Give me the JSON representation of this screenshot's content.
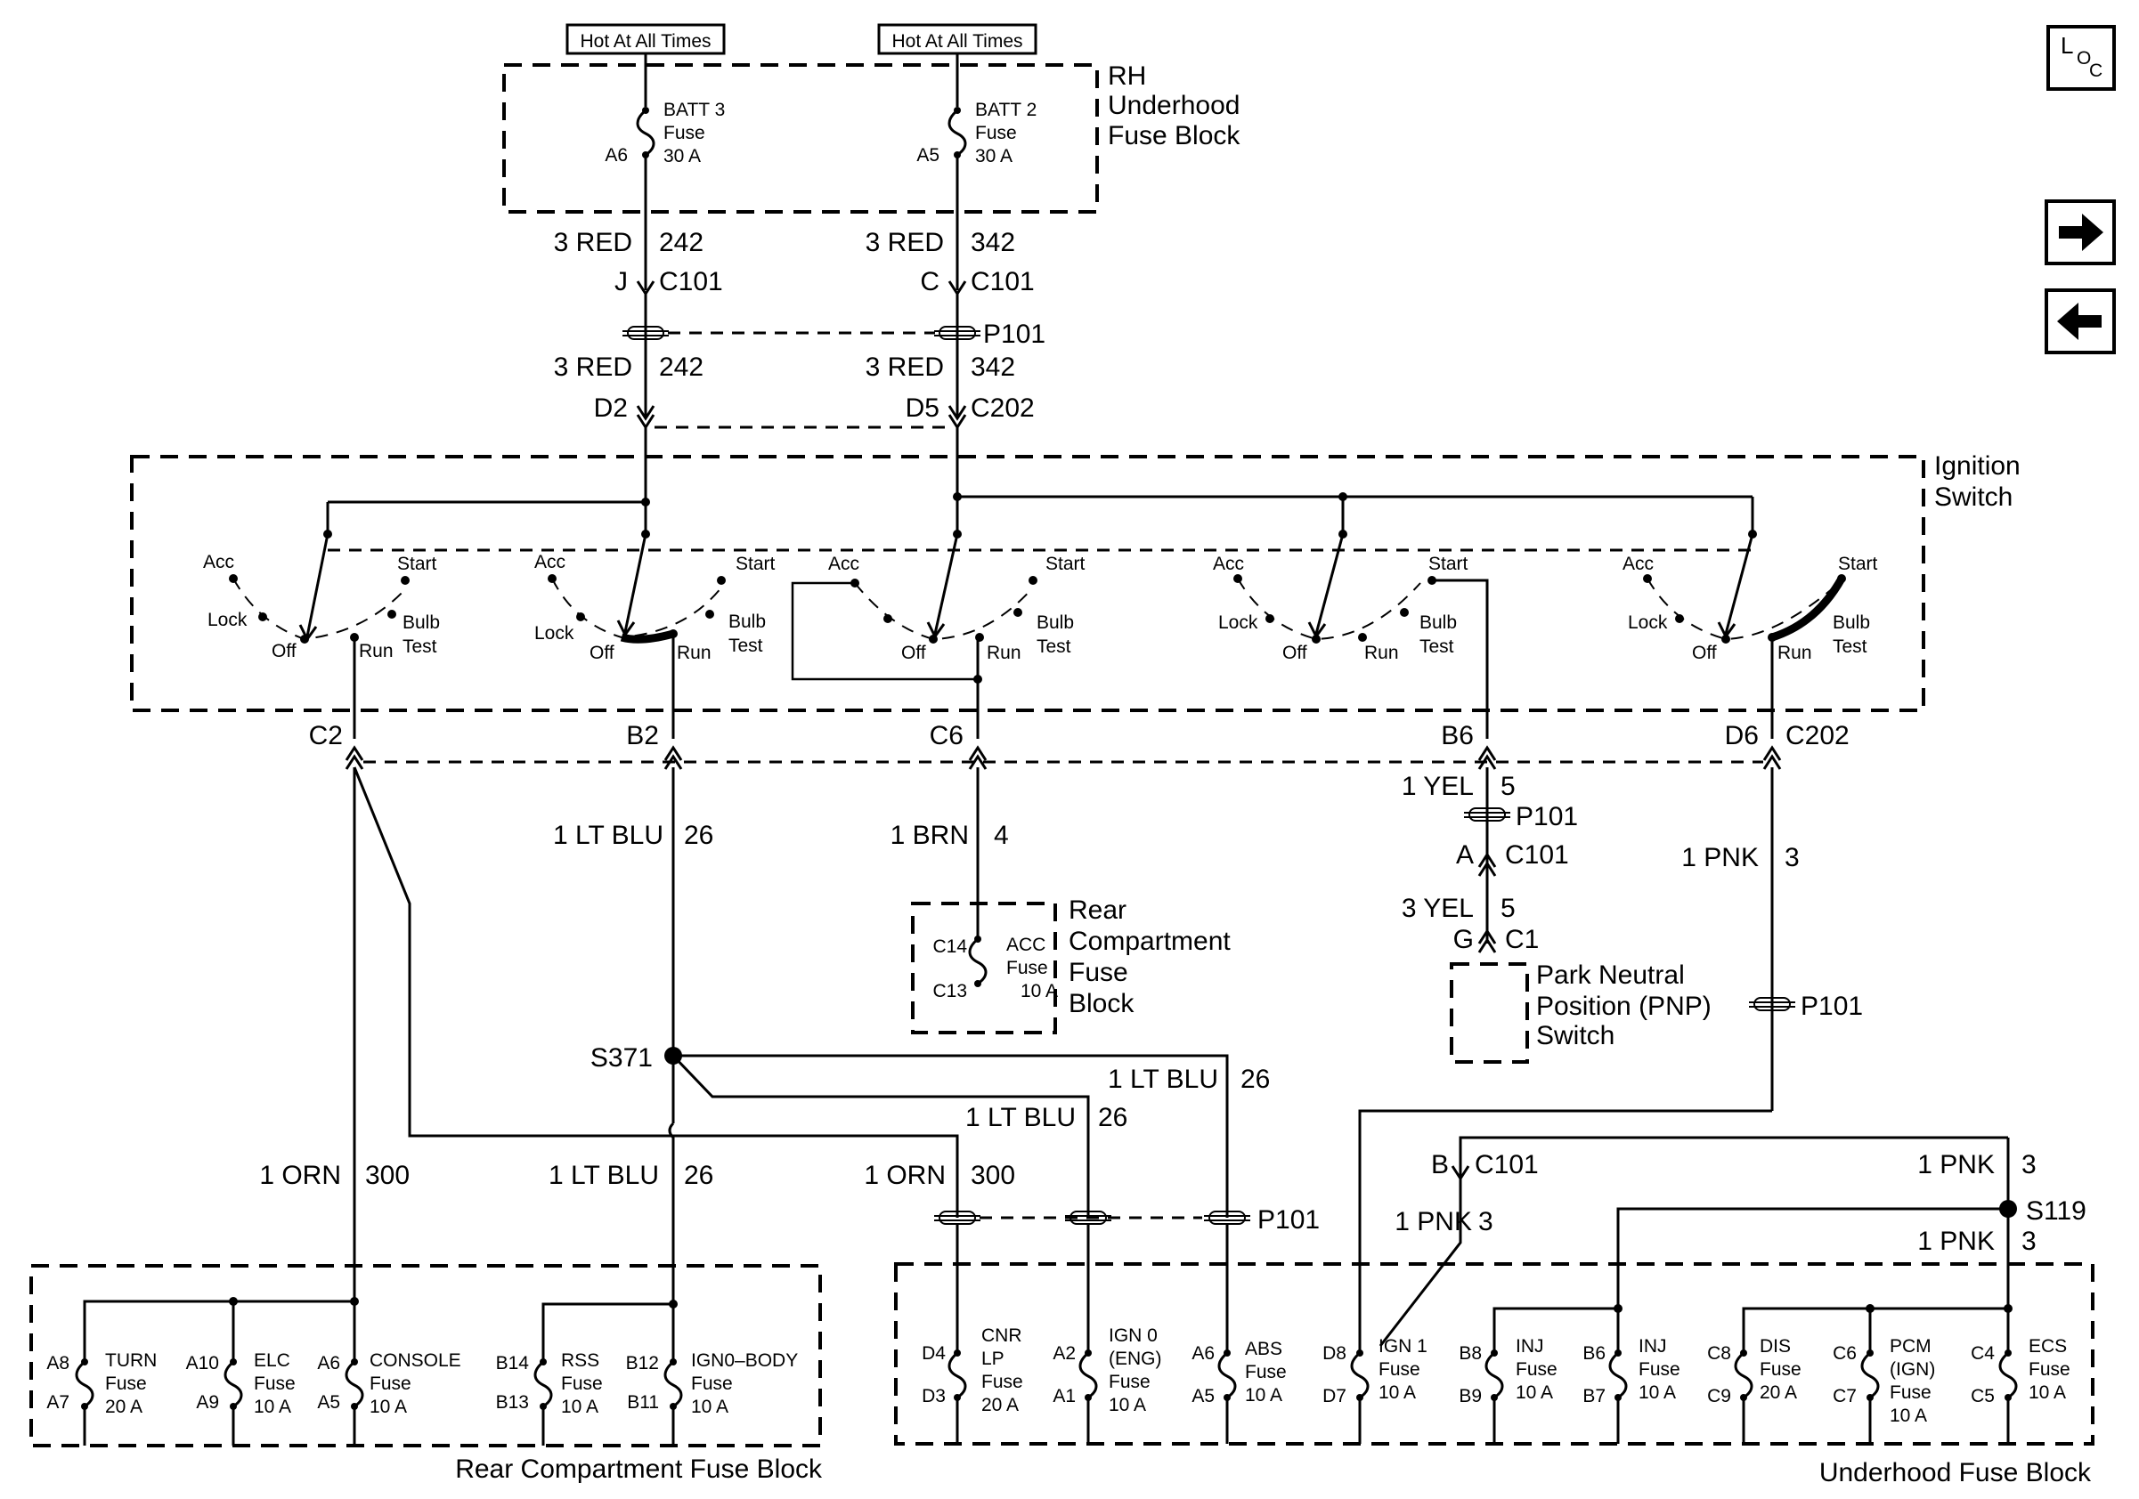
{
  "nav": {
    "loc_l": "L",
    "loc_o": "O",
    "loc_c": "C",
    "next_glyph": "➡",
    "prev_glyph": "⬅"
  },
  "source": {
    "hot_label": "Hot At All Times"
  },
  "rh_block": {
    "label_lines": [
      "RH",
      "Underhood",
      "Fuse Block"
    ],
    "fuses": [
      {
        "pin": "A6",
        "lines": [
          "BATT 3",
          "Fuse",
          "30 A"
        ]
      },
      {
        "pin": "A5",
        "lines": [
          "BATT 2",
          "Fuse",
          "30 A"
        ]
      }
    ]
  },
  "upper_wires": {
    "w1a": "3 RED",
    "w1b": "242",
    "w2a": "3 RED",
    "w2b": "342",
    "c101_pin_1": "J",
    "c101_pin_2": "C",
    "c101": "C101",
    "p101": "P101",
    "w3a": "3 RED",
    "w3b": "242",
    "w4a": "3 RED",
    "w4b": "342",
    "c202_pin_1": "D2",
    "c202_pin_2": "D5",
    "c202": "C202"
  },
  "ignition": {
    "label_lines": [
      "Ignition",
      "Switch"
    ],
    "acc": "Acc",
    "start": "Start",
    "lock": "Lock",
    "off": "Off",
    "run": "Run",
    "bulb": "Bulb",
    "test": "Test"
  },
  "ign_outputs": {
    "c2": "C2",
    "b2": "B2",
    "c6": "C6",
    "b6": "B6",
    "d6": "D6",
    "c202": "C202"
  },
  "mid": {
    "lt_blu_a": "1 LT BLU",
    "lt_blu_b": "26",
    "brn_a": "1 BRN",
    "brn_b": "4",
    "yel1_a": "1 YEL",
    "yel1_b": "5",
    "p101_1": "P101",
    "c101_pin_a": "A",
    "c101_a": "C101",
    "pnk_a": "1 PNK",
    "pnk_b": "3",
    "yel3_a": "3 YEL",
    "yel3_b": "5",
    "c1_pin_g": "G",
    "c1": "C1",
    "p101_2": "P101"
  },
  "rear_acc": {
    "label_lines": [
      "Rear",
      "Compartment",
      "Fuse",
      "Block"
    ],
    "pin_top": "C14",
    "pin_bottom": "C13",
    "fuse_lines": [
      "ACC",
      "Fuse",
      "10 A"
    ]
  },
  "pnp": {
    "label_lines": [
      "Park Neutral",
      "Position (PNP)",
      "Switch"
    ]
  },
  "splices": {
    "s371": "S371",
    "s371_w1a": "1 LT BLU",
    "s371_w1b": "26",
    "s371_w2a": "1 LT BLU",
    "s371_w2b": "26",
    "orn_a": "1 ORN",
    "orn_b": "300",
    "lt_blu3_a": "1 LT BLU",
    "lt_blu3_b": "26",
    "orn2_a": "1 ORN",
    "orn2_b": "300",
    "p101_3": "P101",
    "c101_pin_b": "B",
    "c101_b": "C101",
    "pnk2_a": "1 PNK",
    "pnk2_b": "3",
    "pnk3_a": "1 PNK",
    "pnk3_b": "3",
    "s119": "S119",
    "pnk4_a": "1 PNK",
    "pnk4_b": "3"
  },
  "rear_block": {
    "label": "Rear Compartment Fuse Block",
    "fuses": [
      {
        "pin_top": "A8",
        "pin_bottom": "A7",
        "lines": [
          "TURN",
          "Fuse",
          "20 A"
        ]
      },
      {
        "pin_top": "A10",
        "pin_bottom": "A9",
        "lines": [
          "ELC",
          "Fuse",
          "10 A"
        ]
      },
      {
        "pin_top": "A6",
        "pin_bottom": "A5",
        "lines": [
          "CONSOLE",
          "Fuse",
          "10 A"
        ]
      },
      {
        "pin_top": "B14",
        "pin_bottom": "B13",
        "lines": [
          "RSS",
          "Fuse",
          "10 A"
        ]
      },
      {
        "pin_top": "B12",
        "pin_bottom": "B11",
        "lines": [
          "IGN0–BODY",
          "Fuse",
          "10 A"
        ]
      }
    ]
  },
  "underhood_block": {
    "label": "Underhood Fuse Block",
    "fuses": [
      {
        "pin_top": "D4",
        "pin_bottom": "D3",
        "lines": [
          "CNR",
          "LP",
          "Fuse",
          "20 A"
        ]
      },
      {
        "pin_top": "A2",
        "pin_bottom": "A1",
        "lines": [
          "IGN 0",
          "(ENG)",
          "Fuse",
          "10 A"
        ]
      },
      {
        "pin_top": "A6",
        "pin_bottom": "A5",
        "lines": [
          "ABS",
          "Fuse",
          "10 A"
        ]
      },
      {
        "pin_top": "D8",
        "pin_bottom": "D7",
        "lines": [
          "IGN 1",
          "Fuse",
          "10 A"
        ]
      },
      {
        "pin_top": "B8",
        "pin_bottom": "B9",
        "lines": [
          "INJ",
          "Fuse",
          "10 A"
        ]
      },
      {
        "pin_top": "B6",
        "pin_bottom": "B7",
        "lines": [
          "INJ",
          "Fuse",
          "10 A"
        ]
      },
      {
        "pin_top": "C8",
        "pin_bottom": "C9",
        "lines": [
          "DIS",
          "Fuse",
          "20 A"
        ]
      },
      {
        "pin_top": "C6",
        "pin_bottom": "C7",
        "lines": [
          "PCM",
          "(IGN)",
          "Fuse",
          "10 A"
        ]
      },
      {
        "pin_top": "C4",
        "pin_bottom": "C5",
        "lines": [
          "ECS",
          "Fuse",
          "10 A"
        ]
      }
    ]
  }
}
